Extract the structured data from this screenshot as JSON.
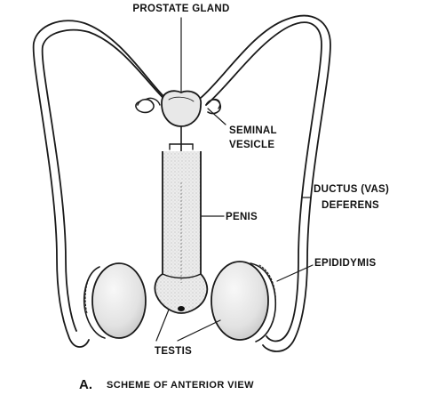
{
  "labels": {
    "prostate_gland": "PROSTATE GLAND",
    "seminal_1": "SEMINAL",
    "seminal_2": "VESICLE",
    "penis": "PENIS",
    "ductus_1": "DUCTUS (VAS)",
    "ductus_2": "DEFERENS",
    "epididymis": "EPIDIDYMIS",
    "testis": "TESTIS"
  },
  "caption": {
    "letter": "A.",
    "text": "SCHEME OF ANTERIOR VIEW"
  }
}
